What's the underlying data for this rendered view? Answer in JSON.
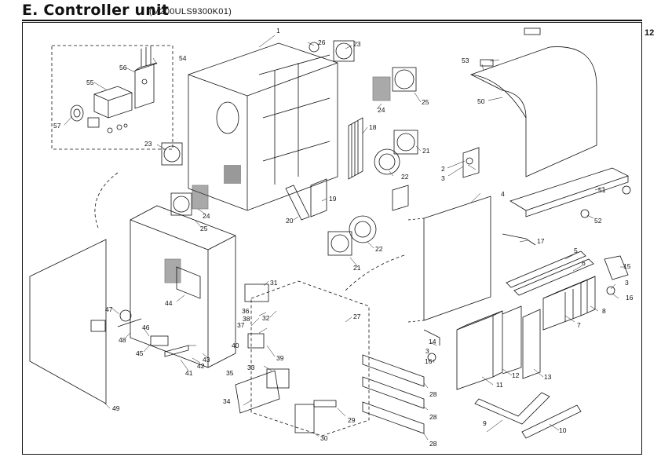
{
  "header": {
    "title": "E. Controller unit",
    "code": "(M200ULS9300K01)"
  },
  "page_number": "12",
  "callouts": [
    {
      "id": "c1",
      "text": "1"
    },
    {
      "id": "c2",
      "text": "2"
    },
    {
      "id": "c3a",
      "text": "3"
    },
    {
      "id": "c3b",
      "text": "3"
    },
    {
      "id": "c3c",
      "text": "3"
    },
    {
      "id": "c4",
      "text": "4"
    },
    {
      "id": "c5",
      "text": "5"
    },
    {
      "id": "c6",
      "text": "6"
    },
    {
      "id": "c7",
      "text": "7"
    },
    {
      "id": "c8",
      "text": "8"
    },
    {
      "id": "c9",
      "text": "9"
    },
    {
      "id": "c10",
      "text": "10"
    },
    {
      "id": "c11",
      "text": "11"
    },
    {
      "id": "c12",
      "text": "12"
    },
    {
      "id": "c13",
      "text": "13"
    },
    {
      "id": "c14",
      "text": "14"
    },
    {
      "id": "c15",
      "text": "15"
    },
    {
      "id": "c16a",
      "text": "16"
    },
    {
      "id": "c16b",
      "text": "16"
    },
    {
      "id": "c17",
      "text": "17"
    },
    {
      "id": "c18",
      "text": "18"
    },
    {
      "id": "c19",
      "text": "19"
    },
    {
      "id": "c20",
      "text": "20"
    },
    {
      "id": "c21a",
      "text": "21"
    },
    {
      "id": "c21b",
      "text": "21"
    },
    {
      "id": "c22a",
      "text": "22"
    },
    {
      "id": "c22b",
      "text": "22"
    },
    {
      "id": "c23a",
      "text": "23"
    },
    {
      "id": "c23b",
      "text": "23"
    },
    {
      "id": "c24a",
      "text": "24"
    },
    {
      "id": "c24b",
      "text": "24"
    },
    {
      "id": "c25a",
      "text": "25"
    },
    {
      "id": "c25b",
      "text": "25"
    },
    {
      "id": "c26",
      "text": "26"
    },
    {
      "id": "c27",
      "text": "27"
    },
    {
      "id": "c28a",
      "text": "28"
    },
    {
      "id": "c28b",
      "text": "28"
    },
    {
      "id": "c28c",
      "text": "28"
    },
    {
      "id": "c29",
      "text": "29"
    },
    {
      "id": "c30",
      "text": "30"
    },
    {
      "id": "c31",
      "text": "31"
    },
    {
      "id": "c32",
      "text": "32"
    },
    {
      "id": "c33",
      "text": "33"
    },
    {
      "id": "c34",
      "text": "34"
    },
    {
      "id": "c35",
      "text": "35"
    },
    {
      "id": "c36",
      "text": "36"
    },
    {
      "id": "c37",
      "text": "37"
    },
    {
      "id": "c38",
      "text": "38"
    },
    {
      "id": "c39",
      "text": "39"
    },
    {
      "id": "c40",
      "text": "40"
    },
    {
      "id": "c41",
      "text": "41"
    },
    {
      "id": "c42",
      "text": "42"
    },
    {
      "id": "c43",
      "text": "43"
    },
    {
      "id": "c44",
      "text": "44"
    },
    {
      "id": "c45",
      "text": "45"
    },
    {
      "id": "c46",
      "text": "46"
    },
    {
      "id": "c47",
      "text": "47"
    },
    {
      "id": "c48",
      "text": "48"
    },
    {
      "id": "c49",
      "text": "49"
    },
    {
      "id": "c50",
      "text": "50"
    },
    {
      "id": "c51",
      "text": "51"
    },
    {
      "id": "c52",
      "text": "52"
    },
    {
      "id": "c53",
      "text": "53"
    },
    {
      "id": "c54",
      "text": "54"
    },
    {
      "id": "c55",
      "text": "55"
    },
    {
      "id": "c56",
      "text": "56"
    },
    {
      "id": "c57",
      "text": "57"
    }
  ],
  "colors": {
    "ink": "#111111",
    "paper": "#ffffff",
    "shade": "#555555"
  }
}
